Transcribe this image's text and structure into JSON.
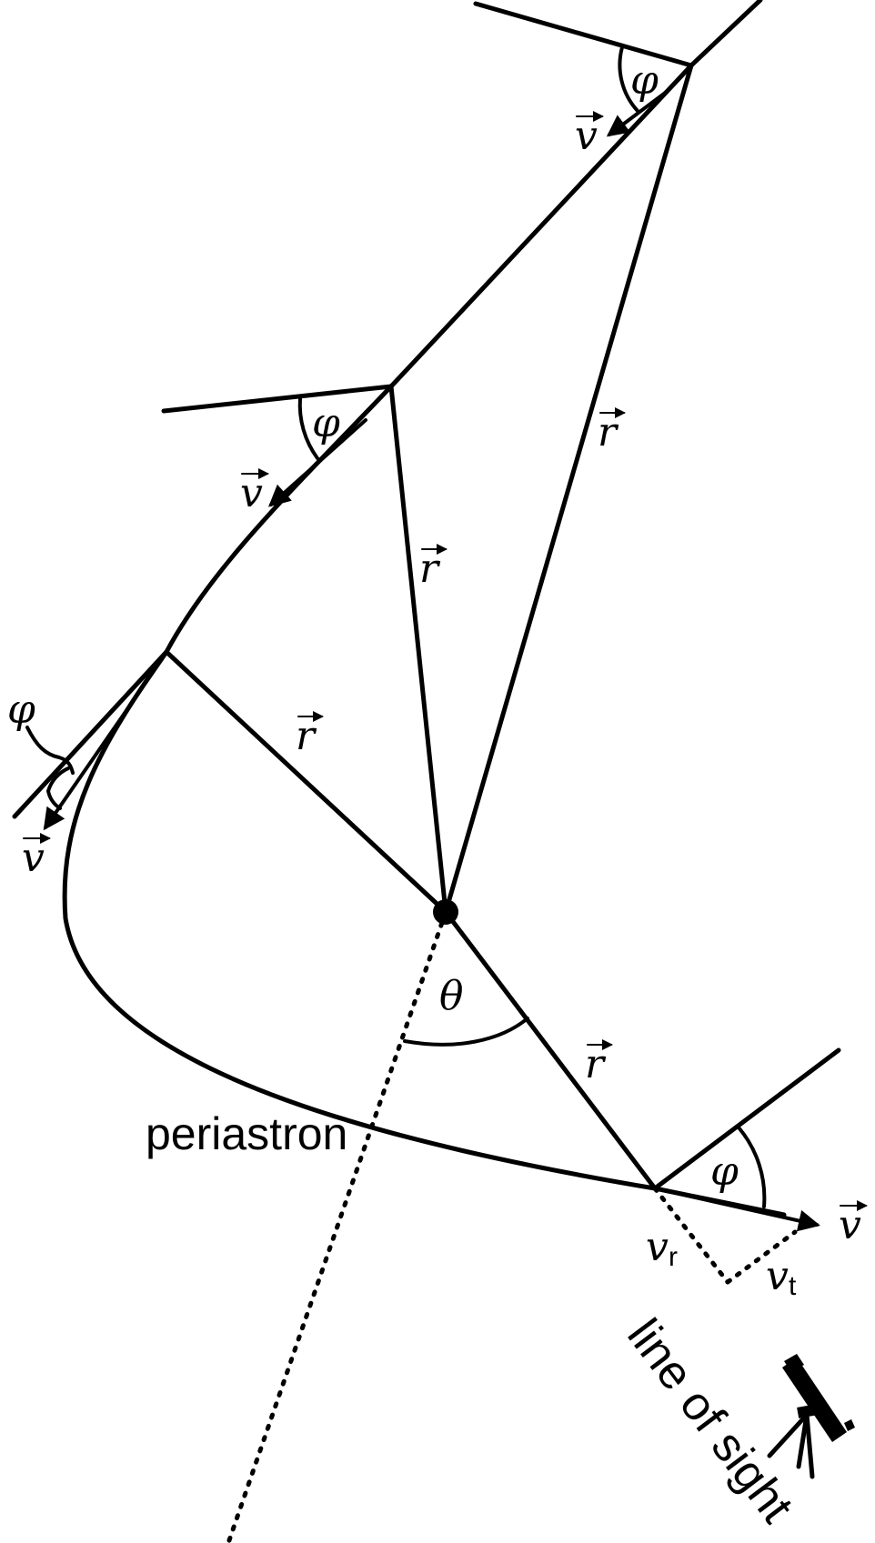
{
  "labels": {
    "radius": "r",
    "velocity": "v",
    "flight_angle": "φ",
    "true_anomaly": "θ",
    "periastron": "periastron",
    "radial_velocity": "v",
    "radial_subscript": "r",
    "tangential_velocity": "v",
    "tangential_subscript": "t",
    "line_of_sight": "line of sight"
  },
  "icons": {
    "observer": "telescope-icon",
    "star": "central-star-dot"
  },
  "colors": {
    "ink": "#000000",
    "background": "#ffffff"
  }
}
